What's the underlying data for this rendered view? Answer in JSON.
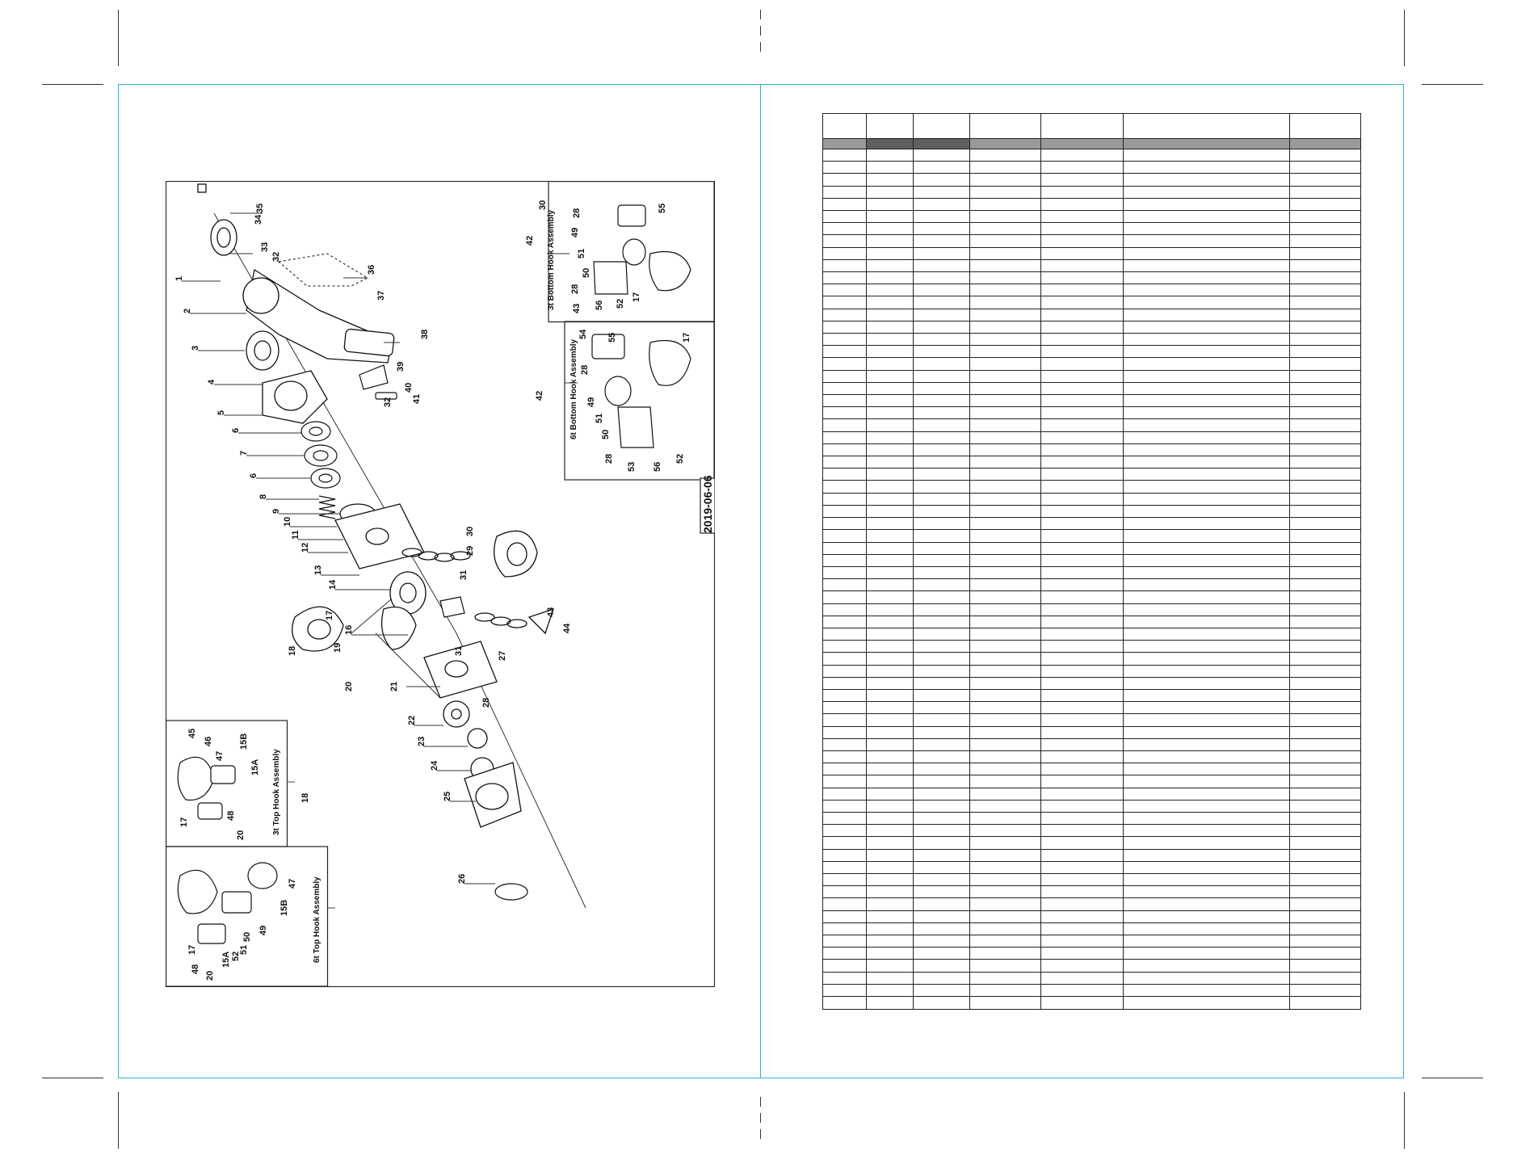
{
  "diagram": {
    "part_numbers": [
      "1",
      "2",
      "3",
      "4",
      "5",
      "6",
      "7",
      "6",
      "8",
      "9",
      "10",
      "11",
      "12",
      "13",
      "14",
      "16",
      "17",
      "18",
      "18",
      "19",
      "20",
      "21",
      "22",
      "23",
      "24",
      "25",
      "26",
      "27",
      "28",
      "29",
      "30",
      "31",
      "31",
      "32",
      "32",
      "33",
      "34",
      "35",
      "36",
      "37",
      "38",
      "39",
      "40",
      "41",
      "42",
      "42",
      "43",
      "44"
    ],
    "stamp": "2019-06-06",
    "callouts": {
      "bottom_hook_3t": "3t Bottom Hook Assembly",
      "bottom_hook_6t": "6t Bottom Hook Assembly",
      "top_hook_3t": "3t Top Hook Assembly",
      "top_hook_6t": "6t Top Hook Assembly"
    },
    "inset_numbers": {
      "bottom_3t": [
        "30",
        "28",
        "49",
        "51",
        "50",
        "28",
        "43",
        "56",
        "52",
        "17",
        "55"
      ],
      "bottom_6t": [
        "54",
        "55",
        "28",
        "49",
        "51",
        "50",
        "28",
        "53",
        "56",
        "52",
        "17"
      ],
      "top_3t": [
        "45",
        "46",
        "47",
        "15B",
        "15A",
        "17",
        "48",
        "20"
      ],
      "top_6t": [
        "47",
        "15B",
        "49",
        "50",
        "51",
        "52",
        "15A",
        "17",
        "48",
        "20"
      ]
    }
  },
  "table": {
    "columns": 7,
    "rows": 70
  }
}
